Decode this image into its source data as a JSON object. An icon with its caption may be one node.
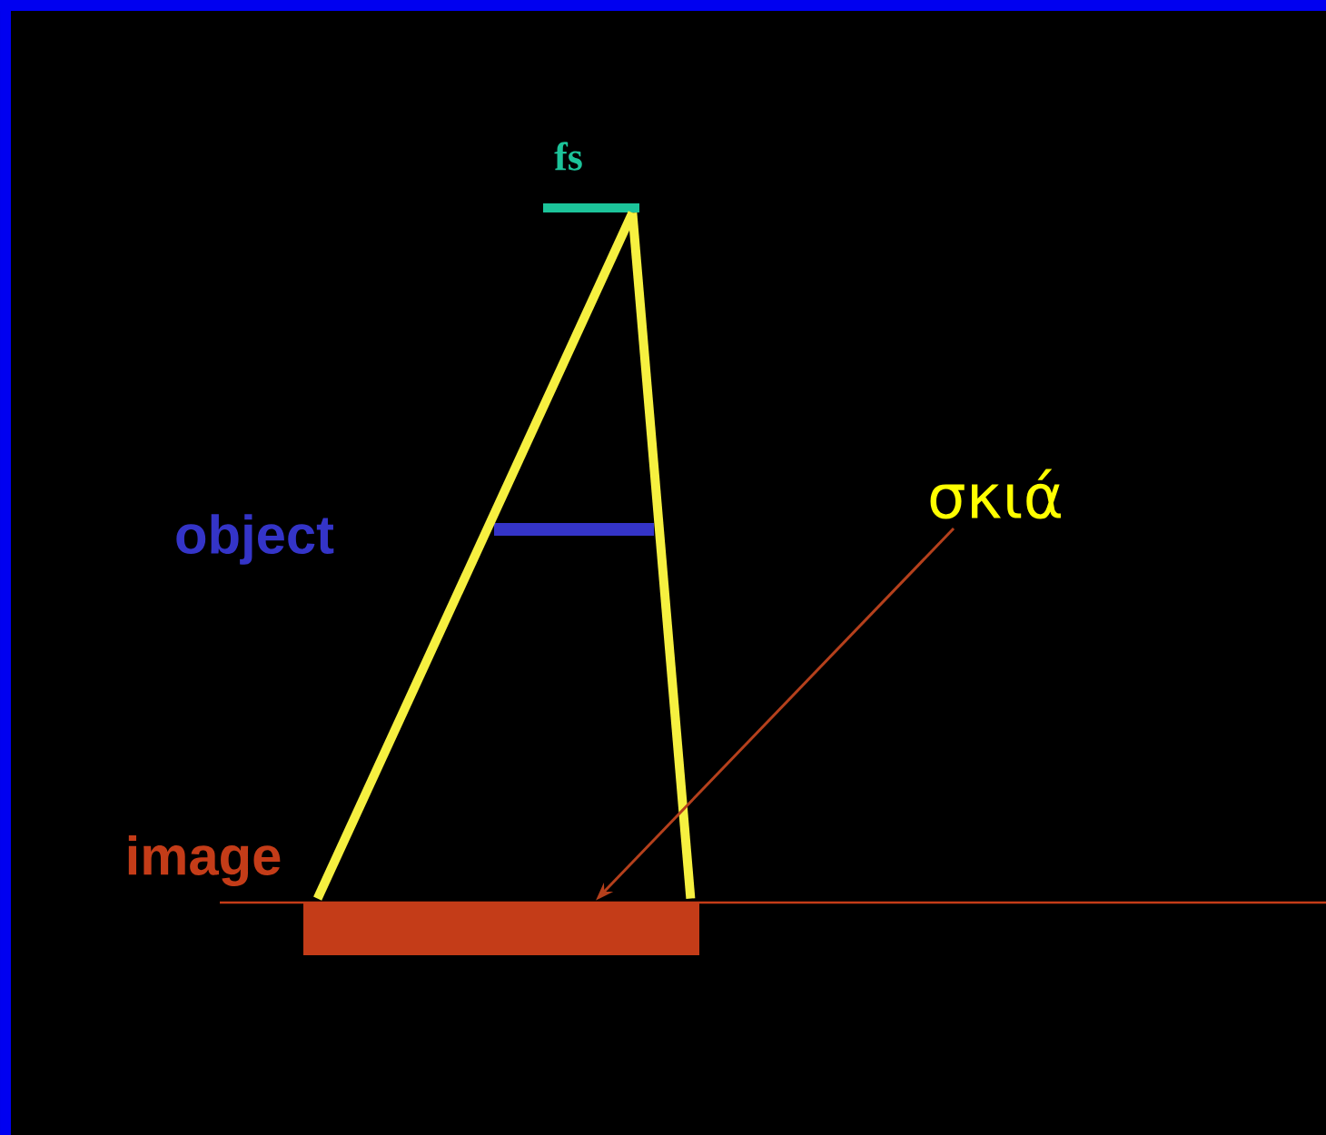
{
  "diagram": {
    "nodes": [
      {
        "text": [
          "fs"
        ]
      },
      {
        "text": [
          "object"
        ]
      },
      {
        "text": [
          "image"
        ]
      },
      {
        "text": [
          "σκιά"
        ]
      }
    ],
    "edges": [
      {
        "from": 0,
        "to": 2,
        "arrow": "none"
      },
      {
        "from": 0,
        "to": 2,
        "arrow": "none"
      },
      {
        "from": 3,
        "to": 2,
        "arrow": "to",
        "color": "#b5401c"
      }
    ]
  }
}
